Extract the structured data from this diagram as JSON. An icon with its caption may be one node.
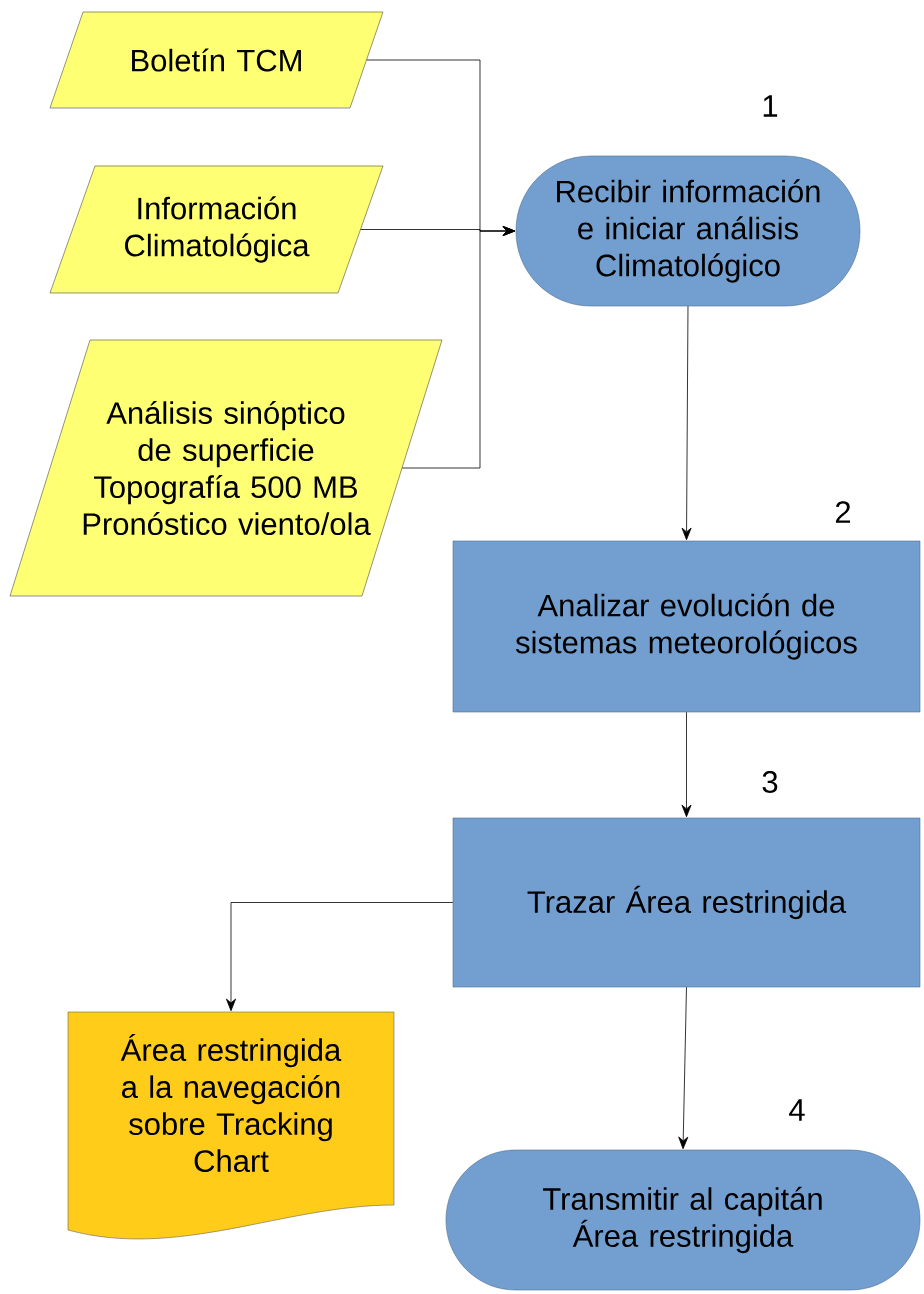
{
  "diagram": {
    "nodes": [
      {
        "text": [
          "Boletín TCM"
        ]
      },
      {
        "text": [
          "Información Climatológica"
        ]
      },
      {
        "text": [
          "Análisis sinóptico de superficie Topografía 500 MB Pronóstico viento/ola"
        ]
      },
      {
        "text": [
          "Recibir información e iniciar análisis Climatológico"
        ],
        "beside": [
          "1"
        ]
      },
      {
        "text": [
          "Analizar evolución de sistemas meteorológicos"
        ],
        "beside": [
          "2"
        ]
      },
      {
        "text": [
          "Trazar Área restringida"
        ],
        "beside": [
          "3"
        ]
      },
      {
        "text": [
          "Área restringida a la navegación sobre Tracking Chart"
        ]
      },
      {
        "text": [
          "Transmitir al capitán Área restringida"
        ],
        "beside": [
          "4"
        ]
      }
    ],
    "edges": [
      {
        "from": 0,
        "to": 3,
        "arrow": "to"
      },
      {
        "from": 1,
        "to": 3,
        "arrow": "to"
      },
      {
        "from": 2,
        "to": 3,
        "arrow": "to"
      },
      {
        "from": 3,
        "to": 4,
        "arrow": "to"
      },
      {
        "from": 4,
        "to": 5,
        "arrow": "to"
      },
      {
        "from": 5,
        "to": 6,
        "arrow": "to"
      },
      {
        "from": 5,
        "to": 7,
        "arrow": "to"
      }
    ]
  }
}
